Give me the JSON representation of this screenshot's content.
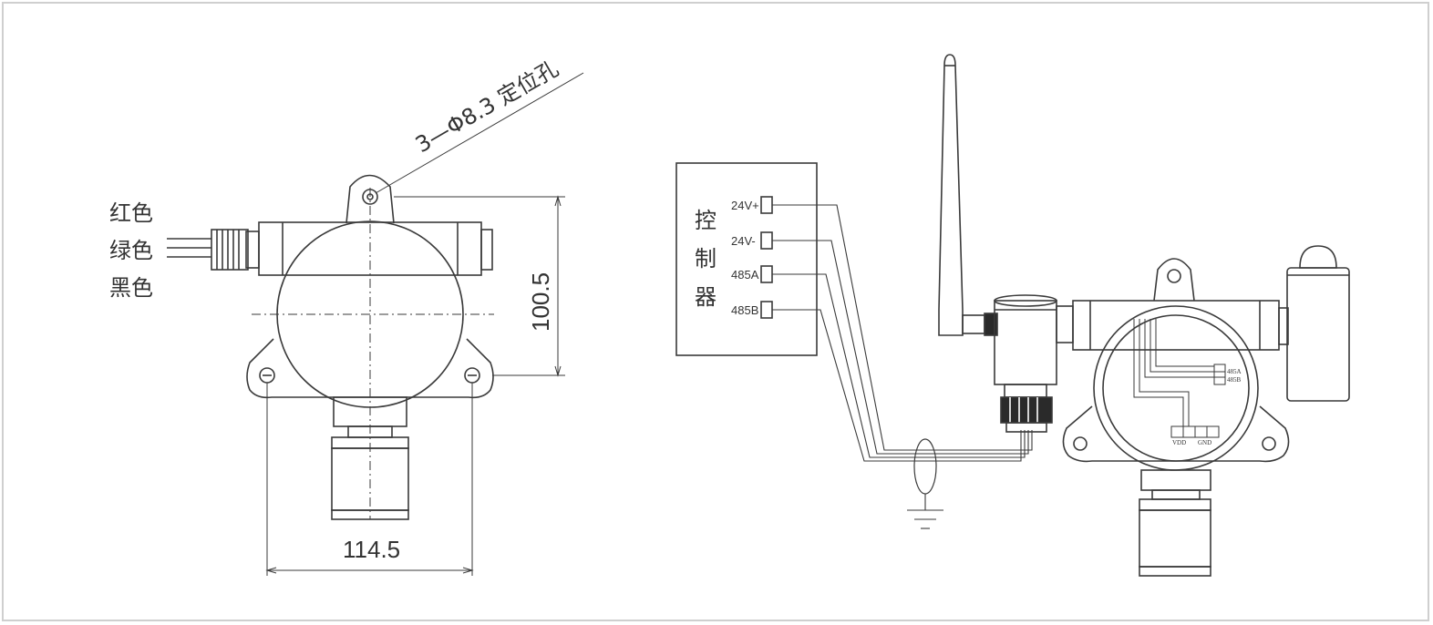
{
  "left_drawing": {
    "hole_label": "3—Φ8.3 定位孔",
    "wire_labels": [
      "红色",
      "绿色",
      "黑色"
    ],
    "dim_height": "100.5",
    "dim_width": "114.5"
  },
  "right_drawing": {
    "controller_label": [
      "控",
      "制",
      "器"
    ],
    "terminals": [
      "24V+",
      "24V-",
      "485A",
      "485B"
    ],
    "board_labels": {
      "a": "485A",
      "b": "485B",
      "vdd": "VDD",
      "gnd": "GND"
    }
  },
  "colors": {
    "line": "#3a3a3a",
    "border": "#cfcfcf"
  }
}
